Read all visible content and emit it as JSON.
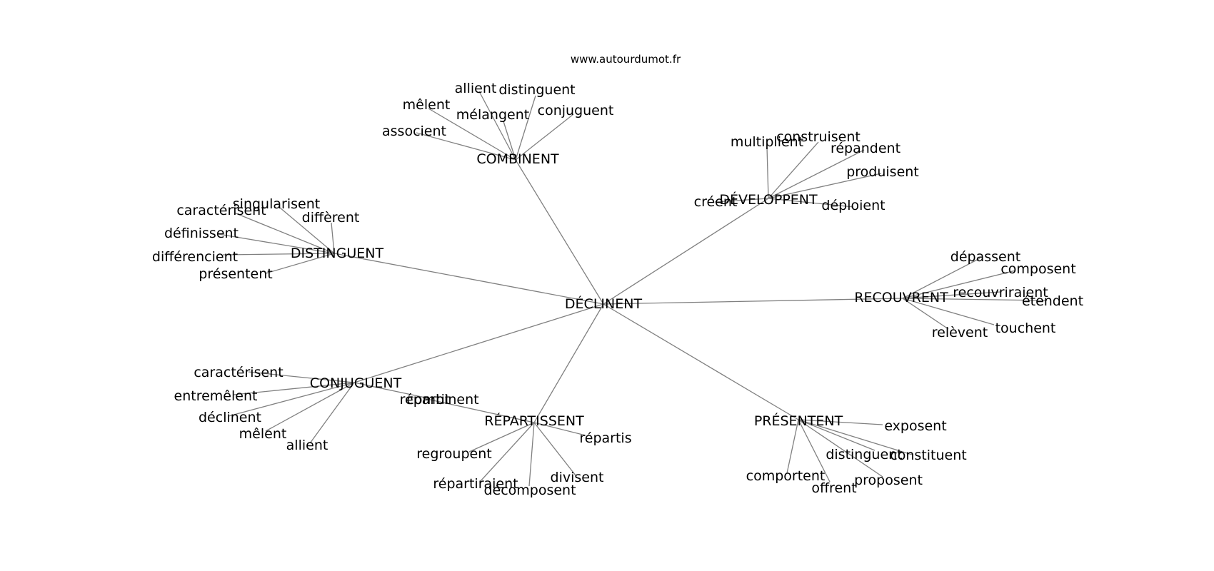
{
  "source": "www.autourdumot.fr",
  "center": {
    "id": "center",
    "label": "DÉCLINENT"
  },
  "hubs": [
    {
      "id": "combinent",
      "label": "COMBINENT",
      "leaves": [
        "allient",
        "distinguent",
        "mêlent",
        "mélangent",
        "conjuguent",
        "associent"
      ]
    },
    {
      "id": "developpent",
      "label": "DÉVELOPPENT",
      "leaves": [
        "multiplient",
        "construisent",
        "répandent",
        "produisent",
        "créent",
        "déploient"
      ]
    },
    {
      "id": "distinguent",
      "label": "DISTINGUENT",
      "leaves": [
        "singularisent",
        "caractérisent",
        "diffèrent",
        "définissent",
        "différencient",
        "présentent"
      ]
    },
    {
      "id": "recouvrent",
      "label": "RECOUVRENT",
      "leaves": [
        "dépassent",
        "composent",
        "recouvriraient",
        "étendent",
        "touchent",
        "relèvent"
      ]
    },
    {
      "id": "conjuguent",
      "label": "CONJUGUENT",
      "leaves": [
        "caractérisent",
        "entremêlent",
        "déclinent",
        "mêlent",
        "allient",
        "combinent"
      ]
    },
    {
      "id": "repartissent",
      "label": "RÉPARTISSENT",
      "leaves": [
        "répartit",
        "répartis",
        "regroupent",
        "divisent",
        "répartiraient",
        "décomposent"
      ]
    },
    {
      "id": "presentent",
      "label": "PRÉSENTENT",
      "leaves": [
        "exposent",
        "distinguent",
        "constituent",
        "comportent",
        "proposent",
        "offrent"
      ]
    }
  ]
}
